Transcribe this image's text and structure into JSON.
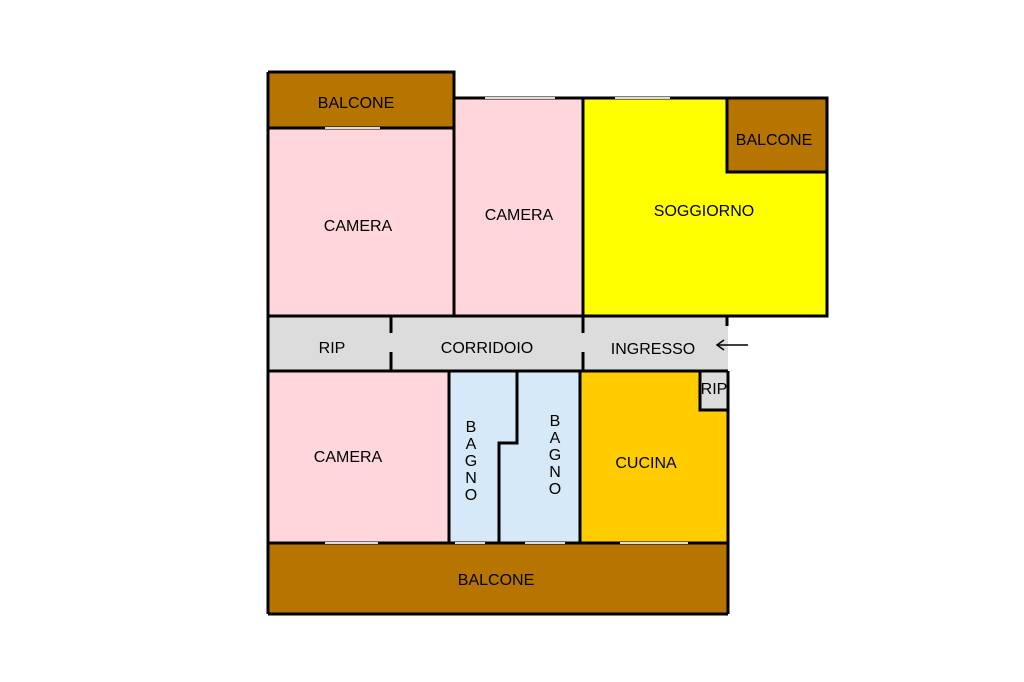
{
  "plan": {
    "colors": {
      "balcony": "#b57500",
      "bedroom": "#ffd6dc",
      "living": "#ffff00",
      "hall": "#dcdcdc",
      "bath": "#d5e9f8",
      "kitchen": "#ffcc00",
      "wall": "#000000"
    },
    "rooms": {
      "balcone_top_left": "BALCONE",
      "camera_top_left": "CAMERA",
      "camera_top_center": "CAMERA",
      "soggiorno": "SOGGIORNO",
      "balcone_top_right": "BALCONE",
      "rip_left": "RIP",
      "corridoio": "CORRIDOIO",
      "ingresso": "INGRESSO",
      "rip_right": "RIP",
      "camera_bottom_left": "CAMERA",
      "bagno_left": "BAGNO",
      "bagno_right": "BAGNO",
      "cucina": "CUCINA",
      "balcone_bottom": "BALCONE"
    },
    "entrance_icon": "arrow-left-icon"
  }
}
